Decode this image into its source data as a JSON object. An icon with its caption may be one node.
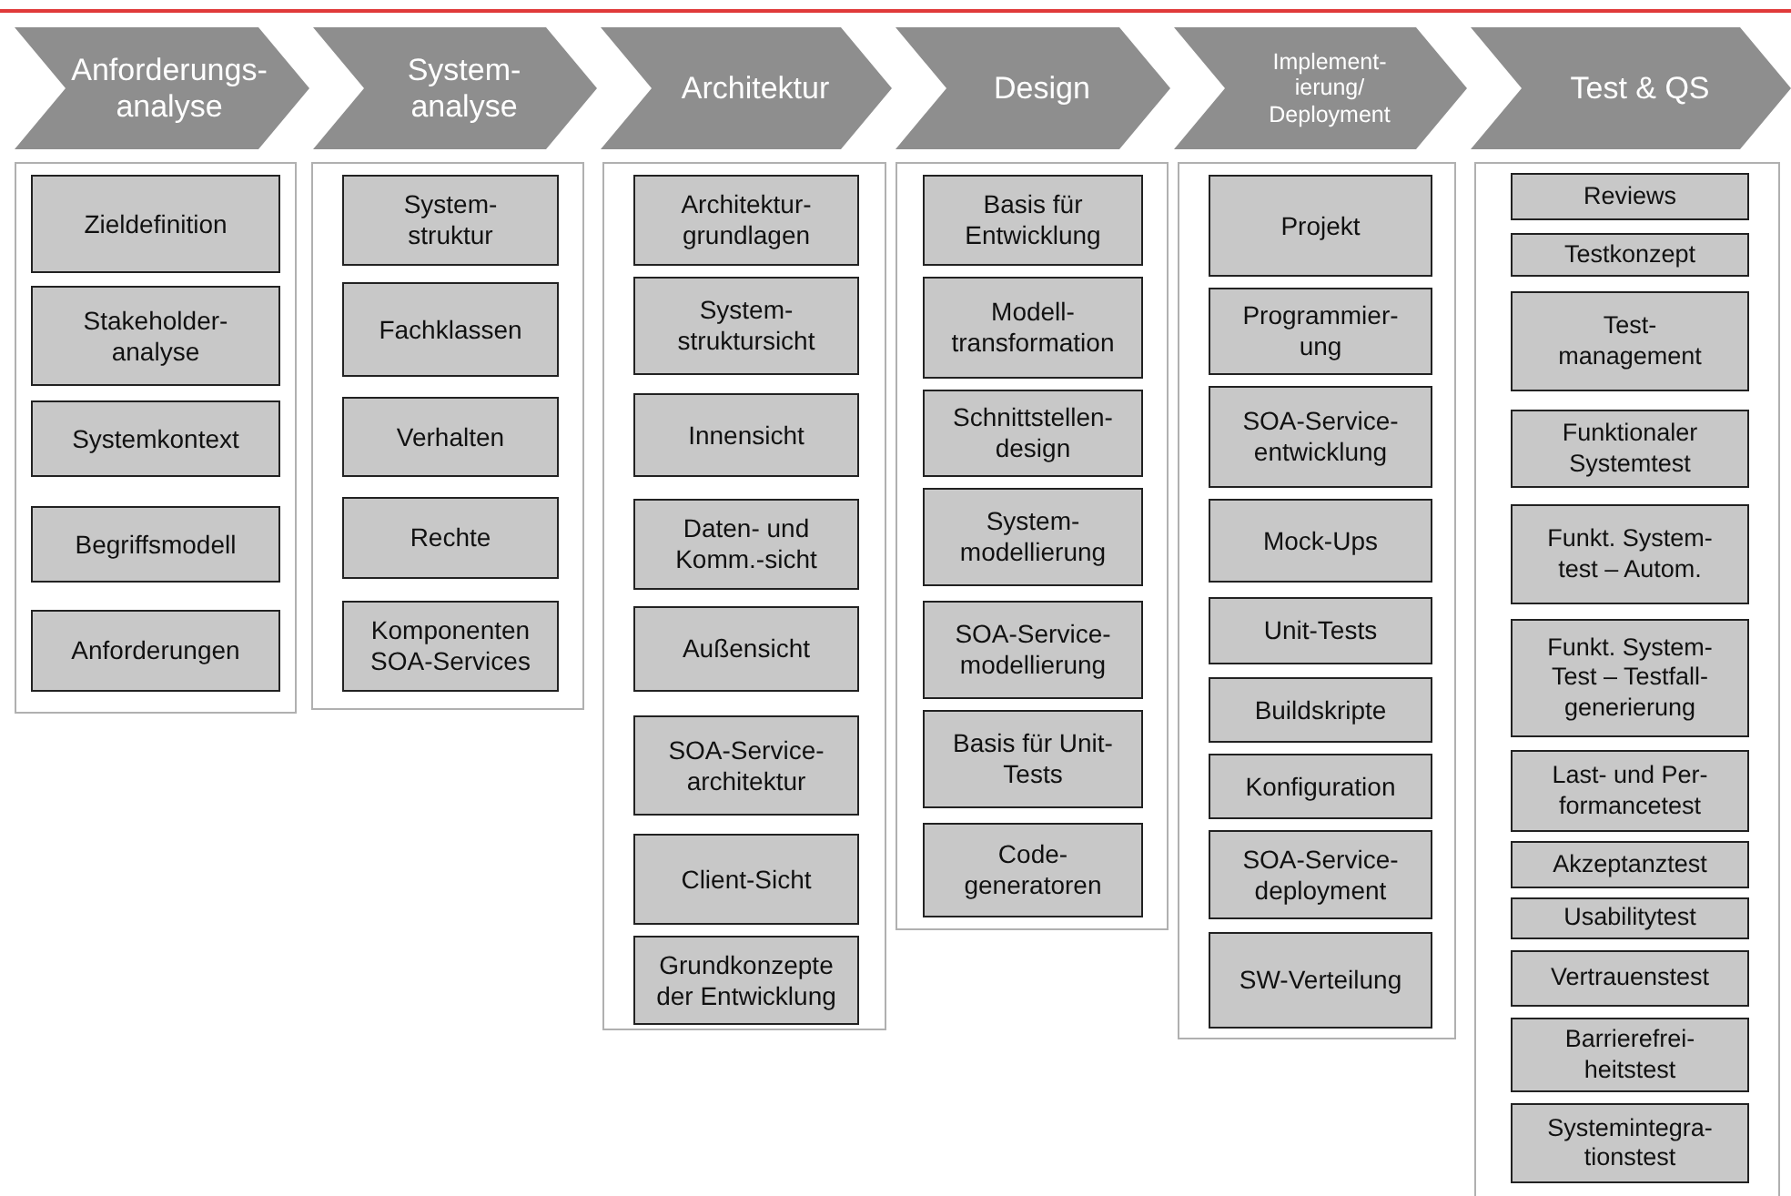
{
  "diagram": {
    "nodes": [
      {
        "text": [
          "Anforderungs- analyse"
        ]
      },
      {
        "text": [],
        "shape": "box"
      },
      {
        "text": [
          "Zieldefinition"
        ],
        "in": 1
      },
      {
        "text": [
          "Stakeholder- analyse"
        ],
        "in": 1
      },
      {
        "text": [
          "Systemkontext"
        ],
        "in": 1
      },
      {
        "text": [
          "Begriffsmodell"
        ],
        "in": 1
      },
      {
        "text": [
          "Anforderungen"
        ],
        "in": 1
      },
      {
        "text": [
          "System- analyse"
        ]
      },
      {
        "text": [],
        "shape": "box"
      },
      {
        "text": [
          "System- struktur"
        ],
        "in": 8
      },
      {
        "text": [
          "Fachklassen"
        ],
        "in": 8
      },
      {
        "text": [
          "Verhalten"
        ],
        "in": 8
      },
      {
        "text": [
          "Rechte"
        ],
        "in": 8
      },
      {
        "text": [
          "Komponenten SOA-Services"
        ],
        "in": 8
      },
      {
        "text": [
          "Architektur"
        ]
      },
      {
        "text": [],
        "shape": "box"
      },
      {
        "text": [
          "Architektur- grundlagen"
        ],
        "in": 15
      },
      {
        "text": [
          "System- struktursicht"
        ],
        "in": 15
      },
      {
        "text": [
          "Innensicht"
        ],
        "in": 15
      },
      {
        "text": [
          "Daten- und Komm.-sicht"
        ],
        "in": 15
      },
      {
        "text": [
          "Außensicht"
        ],
        "in": 15
      },
      {
        "text": [
          "SOA-Service- architektur"
        ],
        "in": 15
      },
      {
        "text": [
          "Client-Sicht"
        ],
        "in": 15
      },
      {
        "text": [
          "Grundkonzepte der Entwicklung"
        ],
        "in": 15
      },
      {
        "text": [
          "Design"
        ]
      },
      {
        "text": [],
        "shape": "box"
      },
      {
        "text": [
          "Basis für Entwicklung"
        ],
        "in": 25
      },
      {
        "text": [
          "Modell- transformation"
        ],
        "in": 25
      },
      {
        "text": [
          "Schnittstellen- design"
        ],
        "in": 25
      },
      {
        "text": [
          "System- modellierung"
        ],
        "in": 25
      },
      {
        "text": [
          "SOA-Service- modellierung"
        ],
        "in": 25
      },
      {
        "text": [
          "Basis für Unit-Tests"
        ],
        "in": 25
      },
      {
        "text": [
          "Code- generatoren"
        ],
        "in": 25
      },
      {
        "text": [
          "Implement- ierung/ Deployment"
        ]
      },
      {
        "text": [],
        "shape": "box"
      },
      {
        "text": [
          "Projekt"
        ],
        "in": 34
      },
      {
        "text": [
          "Programmier- ung"
        ],
        "in": 34
      },
      {
        "text": [
          "SOA-Service- entwicklung"
        ],
        "in": 34
      },
      {
        "text": [
          "Mock-Ups"
        ],
        "in": 34
      },
      {
        "text": [
          "Unit-Tests"
        ],
        "in": 34
      },
      {
        "text": [
          "Buildskripte"
        ],
        "in": 34
      },
      {
        "text": [
          "Konfiguration"
        ],
        "in": 34
      },
      {
        "text": [
          "SOA-Service- deployment"
        ],
        "in": 34
      },
      {
        "text": [
          "SW-Verteilung"
        ],
        "in": 34
      },
      {
        "text": [
          "Test & QS"
        ]
      },
      {
        "text": [],
        "shape": "box"
      },
      {
        "text": [
          "Reviews"
        ],
        "in": 45
      },
      {
        "text": [
          "Testkonzept"
        ],
        "in": 45
      },
      {
        "text": [
          "Test- management"
        ],
        "in": 45
      },
      {
        "text": [
          "Funktionaler Systemtest"
        ],
        "in": 45
      },
      {
        "text": [
          "Funkt. System- test – Autom."
        ],
        "in": 45
      },
      {
        "text": [
          "Funkt. System- Test – Testfall- generierung"
        ],
        "in": 45
      },
      {
        "text": [
          "Last- und Per- formancetest"
        ],
        "in": 45
      },
      {
        "text": [
          "Akzeptanztest"
        ],
        "in": 45
      },
      {
        "text": [
          "Usabilitytest"
        ],
        "in": 45
      },
      {
        "text": [
          "Vertrauenstest"
        ],
        "in": 45
      },
      {
        "text": [
          "Barrierefrei- heitstest"
        ],
        "in": 45
      },
      {
        "text": [
          "Systemintegra- tionstest"
        ],
        "in": 45
      }
    ],
    "edges": []
  }
}
